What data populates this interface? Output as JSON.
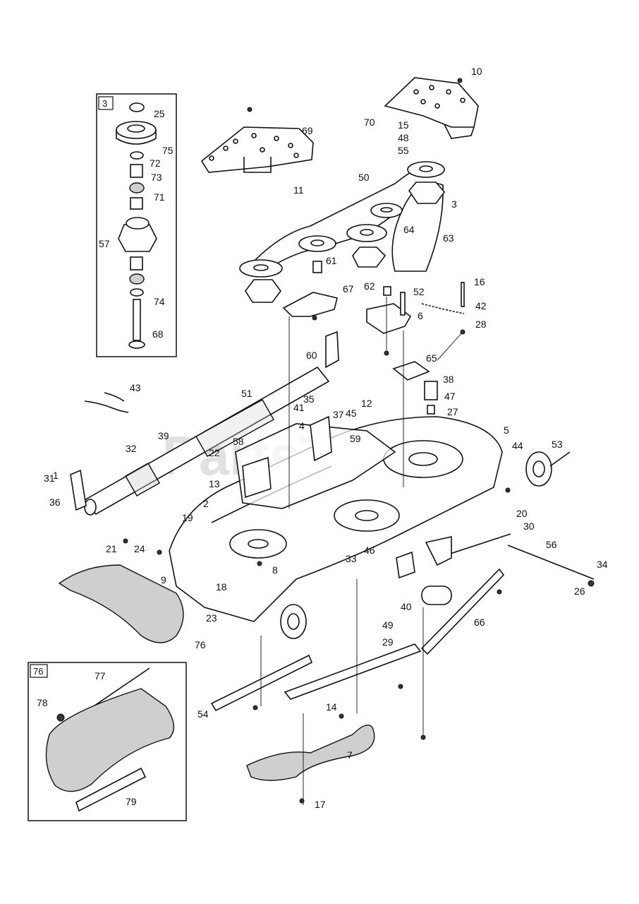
{
  "watermark": "PartsTree",
  "inset_boxes": [
    {
      "id": "3"
    },
    {
      "id": "76"
    }
  ],
  "callouts": [
    "1",
    "2",
    "3",
    "4",
    "5",
    "6",
    "7",
    "8",
    "9",
    "10",
    "11",
    "12",
    "13",
    "14",
    "15",
    "16",
    "17",
    "18",
    "19",
    "20",
    "21",
    "22",
    "23",
    "24",
    "25",
    "26",
    "27",
    "28",
    "29",
    "30",
    "31",
    "32",
    "33",
    "34",
    "35",
    "36",
    "37",
    "38",
    "39",
    "40",
    "41",
    "42",
    "43",
    "44",
    "45",
    "46",
    "47",
    "48",
    "49",
    "50",
    "51",
    "52",
    "53",
    "54",
    "55",
    "56",
    "57",
    "58",
    "59",
    "60",
    "61",
    "62",
    "63",
    "64",
    "65",
    "66",
    "67",
    "68",
    "69",
    "70",
    "71",
    "72",
    "73",
    "74",
    "75",
    "76",
    "77",
    "78",
    "79"
  ]
}
